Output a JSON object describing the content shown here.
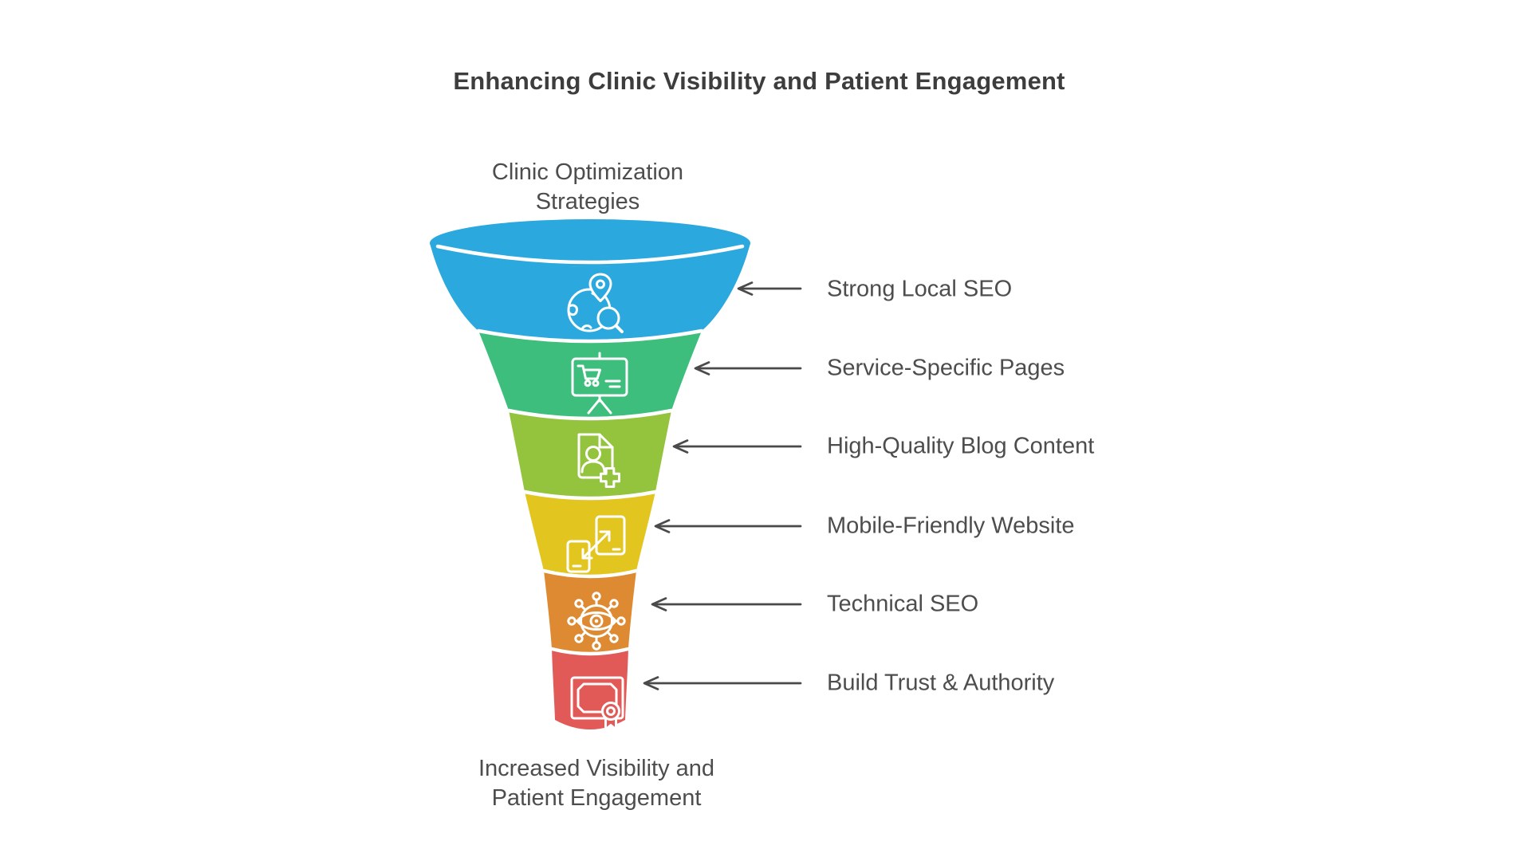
{
  "title": "Enhancing Clinic Visibility and Patient Engagement",
  "colors": {
    "title": "#3D3D3D",
    "label": "#4D4D4D",
    "arrow": "#4A4A4A",
    "separator": "#FFFFFF",
    "icon_stroke": "#FFFFFF",
    "background": "#FFFFFF"
  },
  "funnel": {
    "top_label": {
      "line1": "Clinic Optimization",
      "line2": "Strategies"
    },
    "bottom_label": {
      "line1": "Increased Visibility and",
      "line2": "Patient Engagement"
    },
    "stages": [
      {
        "label": "Strong Local SEO",
        "color": "#2BA9DE",
        "icon": "globe-location-search-icon"
      },
      {
        "label": "Service-Specific Pages",
        "color": "#3EBE7C",
        "icon": "presentation-cart-icon"
      },
      {
        "label": "High-Quality Blog Content",
        "color": "#94C43D",
        "icon": "patient-document-icon"
      },
      {
        "label": "Mobile-Friendly Website",
        "color": "#E2C61F",
        "icon": "responsive-devices-icon"
      },
      {
        "label": "Technical SEO",
        "color": "#DD8A32",
        "icon": "visibility-network-icon"
      },
      {
        "label": "Build Trust & Authority",
        "color": "#E25A57",
        "icon": "certificate-ribbon-icon"
      }
    ]
  }
}
